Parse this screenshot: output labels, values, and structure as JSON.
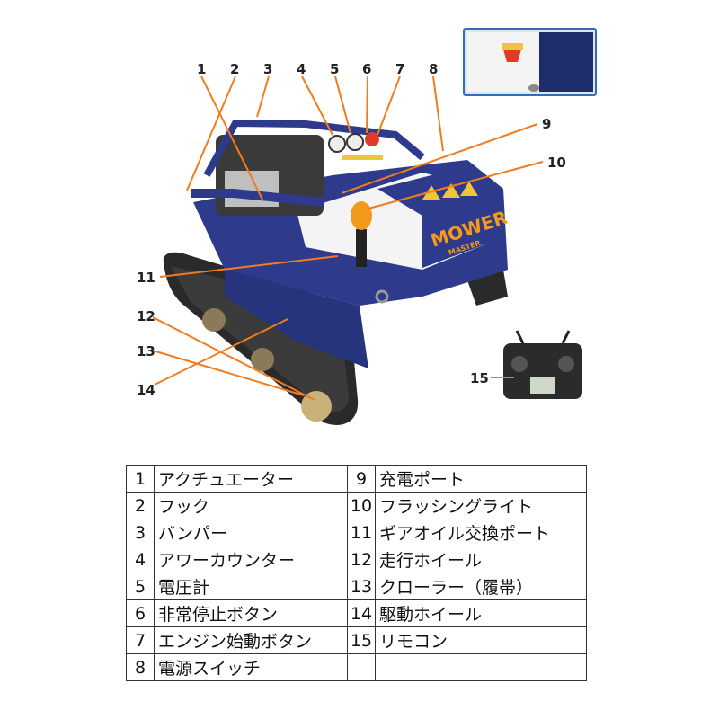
{
  "brand_logo": {
    "line1": "MOWER",
    "line2": "MASTER"
  },
  "callouts": [
    "1",
    "2",
    "3",
    "4",
    "5",
    "6",
    "7",
    "8",
    "9",
    "10",
    "11",
    "12",
    "13",
    "14",
    "15"
  ],
  "parts_table": [
    {
      "left_num": "1",
      "left_name": "アクチュエーター",
      "right_num": "9",
      "right_name": "充電ポート"
    },
    {
      "left_num": "2",
      "left_name": "フック",
      "right_num": "10",
      "right_name": "フラッシングライト"
    },
    {
      "left_num": "3",
      "left_name": "バンパー",
      "right_num": "11",
      "right_name": "ギアオイル交換ポート"
    },
    {
      "left_num": "4",
      "left_name": "アワーカウンター",
      "right_num": "12",
      "right_name": "走行ホイール"
    },
    {
      "left_num": "5",
      "left_name": "電圧計",
      "right_num": "13",
      "right_name": "クローラー（履帯）"
    },
    {
      "left_num": "6",
      "left_name": "非常停止ボタン",
      "right_num": "14",
      "right_name": "駆動ホイール"
    },
    {
      "left_num": "7",
      "left_name": "エンジン始動ボタン",
      "right_num": "15",
      "right_name": "リモコン"
    },
    {
      "left_num": "8",
      "left_name": "電源スイッチ",
      "right_num": "",
      "right_name": ""
    }
  ],
  "colors": {
    "leader": "#f07c1e",
    "body_blue": "#2e3a8c",
    "track": "#2a2a2a",
    "beacon": "#f39a1c"
  }
}
